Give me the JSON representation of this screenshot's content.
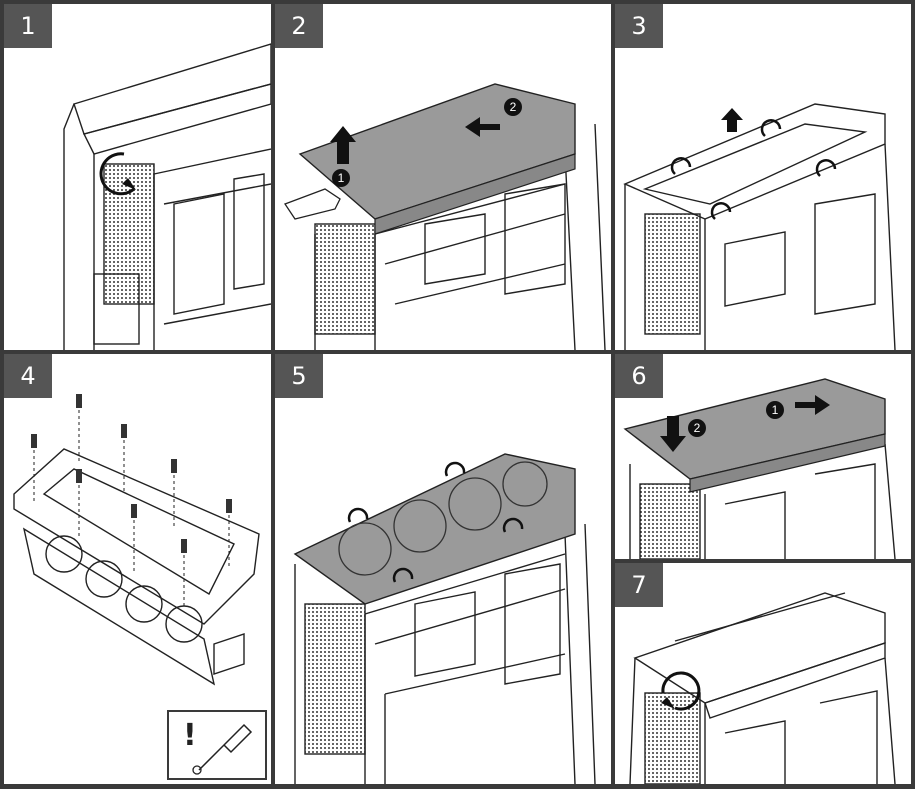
{
  "steps": [
    {
      "label": "1"
    },
    {
      "label": "2"
    },
    {
      "label": "3"
    },
    {
      "label": "4"
    },
    {
      "label": "5"
    },
    {
      "label": "6"
    },
    {
      "label": "7"
    }
  ],
  "callouts": {
    "step2": [
      "1",
      "2"
    ],
    "step6": [
      "1",
      "2"
    ],
    "hint_mark": "!"
  },
  "icons": [
    "rotate-arrow-icon",
    "up-arrow-icon",
    "left-arrow-icon",
    "right-arrow-icon",
    "down-arrow-icon",
    "hand-icon",
    "screwdriver-icon",
    "screw-icon"
  ],
  "colors": {
    "frame": "#3a3a3a",
    "tab": "#555555",
    "cover": "#9a9a9a",
    "line": "#222222"
  }
}
